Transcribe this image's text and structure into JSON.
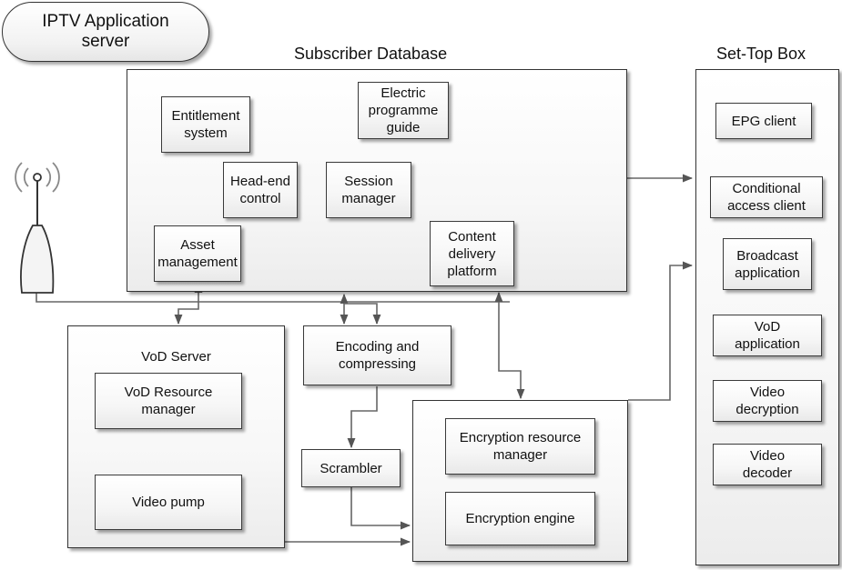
{
  "iptv_server": {
    "label": "IPTV Application\nserver"
  },
  "subscriber_db": {
    "title": "Subscriber Database",
    "entitlement": "Entitlement\nsystem",
    "epg_guide": "Electric\nprogramme\nguide",
    "headend": "Head-end\ncontrol",
    "session": "Session\nmanager",
    "asset": "Asset\nmanagement",
    "cdp": "Content\ndelivery\nplatform"
  },
  "settop": {
    "title": "Set-Top Box",
    "epg_client": "EPG client",
    "cac": "Conditional\naccess client",
    "broadcast": "Broadcast\napplication",
    "vod_app": "VoD\napplication",
    "decryption": "Video\ndecryption",
    "decoder": "Video\ndecoder"
  },
  "vod_server": {
    "title": "VoD Server",
    "resource_mgr": "VoD Resource\nmanager",
    "pump": "Video pump"
  },
  "encoding": {
    "label": "Encoding and\ncompressing"
  },
  "scrambler": {
    "label": "Scrambler"
  },
  "encryption": {
    "resource_mgr": "Encryption resource\nmanager",
    "engine": "Encryption engine"
  }
}
